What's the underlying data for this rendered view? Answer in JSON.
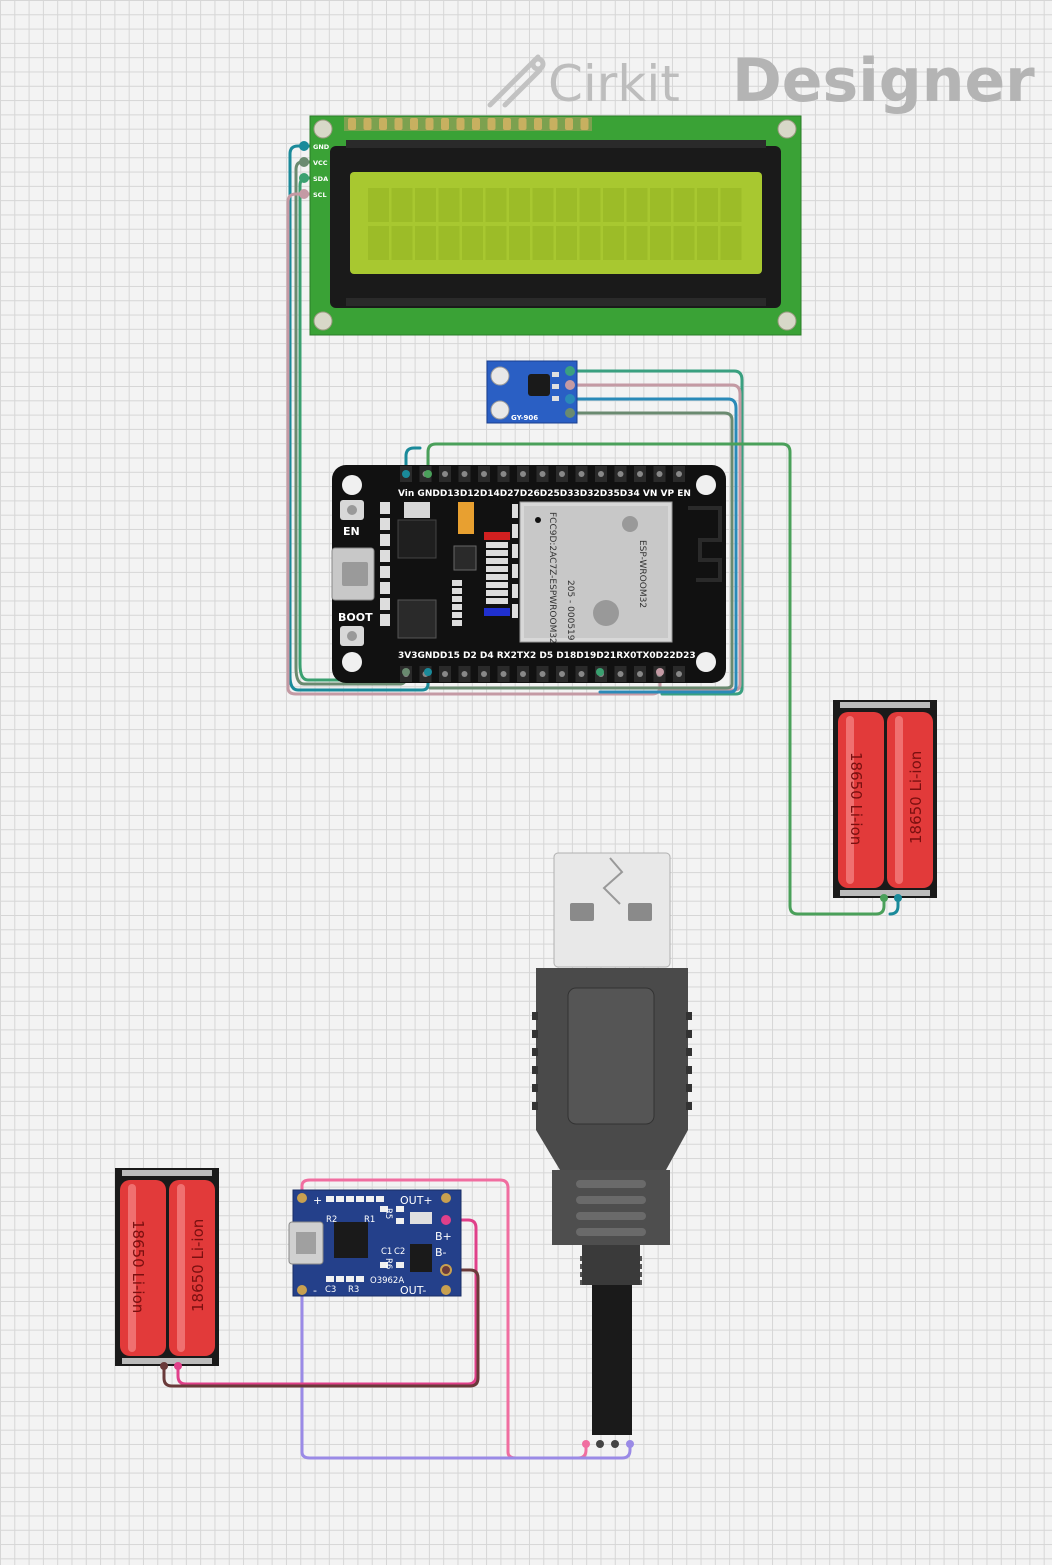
{
  "watermark": {
    "brand": "Cirkit",
    "product": "Designer"
  },
  "lcd": {
    "pins": [
      "GND",
      "VCC",
      "SDA",
      "SCL"
    ]
  },
  "sensor": {
    "label": "GY-906"
  },
  "esp32": {
    "top_pins": "Vin GNDD13D12D14D27D26D25D33D32D35D34  VN  VP  EN",
    "bottom_pins": "3V3GNDD15 D2  D4  RX2TX2 D5  D18D19D21RX0TX0D22D23",
    "en_label": "EN",
    "boot_label": "BOOT",
    "module_text": [
      "ESP-WROOM32",
      "FCC9D:2AC7Z-ESPWROOM32",
      "205 - 000519"
    ]
  },
  "battery_right": {
    "cells": [
      "18650 Li-ion",
      "18650 Li-ion"
    ]
  },
  "battery_left": {
    "cells": [
      "18650 Li-ion",
      "18650 Li-ion"
    ]
  },
  "charger": {
    "out_plus": "OUT+",
    "out_minus": "OUT-",
    "b_plus": "B+",
    "b_minus": "B-",
    "plus": "+",
    "minus": "-",
    "r2": "R2",
    "r1": "R1",
    "r5": "R5",
    "c1": "C1",
    "c2": "C2",
    "r6": "R6",
    "c3": "C3",
    "r3": "R3",
    "chip": "O3962A"
  },
  "wire_colors": {
    "blue_teal": "#1a8a9a",
    "green": "#4aa05a",
    "gray_green": "#6a8a70",
    "mauve": "#c49aa4",
    "pink": "#f06ea0",
    "lavender": "#9a8ae6",
    "brown": "#6a3a3a",
    "cyan": "#2a8ab8"
  }
}
